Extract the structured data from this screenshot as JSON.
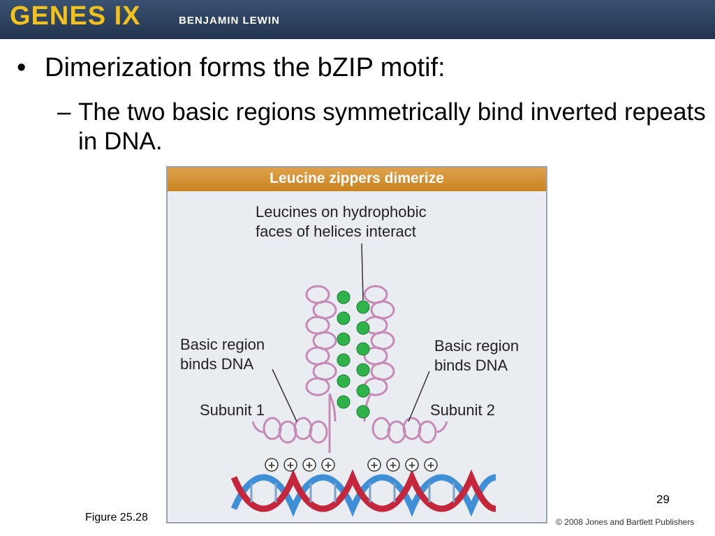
{
  "header": {
    "brand": "GENES IX",
    "author": "BENJAMIN LEWIN"
  },
  "slide": {
    "bullet": "Dimerization forms the bZIP motif:",
    "sub_bullet": "The two basic regions symmetrically bind inverted repeats in DNA.",
    "sub_bullet_dash": "–",
    "bullet_dot": "•"
  },
  "figure": {
    "title": "Leucine zippers dimerize",
    "label_top_line1": "Leucines on hydrophobic",
    "label_top_line2": "faces of helices interact",
    "label_left_line1": "Basic region",
    "label_left_line2": "binds DNA",
    "label_right_line1": "Basic region",
    "label_right_line2": "binds DNA",
    "label_subunit1": "Subunit 1",
    "label_subunit2": "Subunit 2",
    "charge_symbol": "+",
    "colors": {
      "title_bar": "#d08c2b",
      "helix": "#c58ab5",
      "leucine": "#2fb24a",
      "dna_red": "#c4263b",
      "dna_blue": "#3f8fd6"
    }
  },
  "footer": {
    "caption": "Figure 25.28",
    "page_number": "29",
    "copyright": "© 2008 Jones and Bartlett Publishers"
  }
}
